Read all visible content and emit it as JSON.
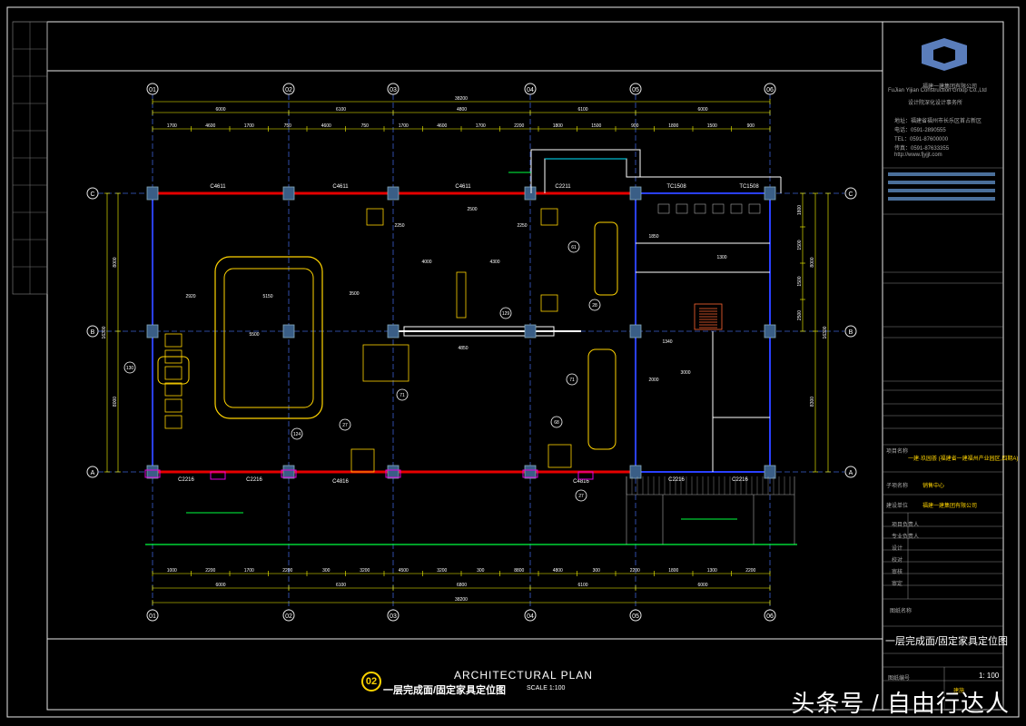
{
  "grid": {
    "columns": [
      "01",
      "02",
      "03",
      "04",
      "05",
      "06"
    ],
    "rows": [
      "C",
      "B",
      "A"
    ]
  },
  "dimensions": {
    "top_total": "38200",
    "top_primary": [
      "6000",
      "6100",
      "4800",
      "6100",
      "6000"
    ],
    "top_secondary": [
      "1700",
      "4600",
      "1700",
      "750",
      "4600",
      "750",
      "1700",
      "4600",
      "1700",
      "2200",
      "1800",
      "1500",
      "900",
      "1800",
      "1500",
      "900"
    ],
    "bottom_secondary": [
      "1000",
      "2200",
      "1700",
      "2200",
      "300",
      "3200",
      "4500",
      "3200",
      "300",
      "8800",
      "4800",
      "300",
      "2200",
      "1800",
      "1300",
      "2200"
    ],
    "bottom_primary": [
      "6000",
      "6100",
      "6800",
      "6100",
      "6000"
    ],
    "bottom_total": "38200",
    "left_total": "16300",
    "left_parts": [
      "8000",
      "8000"
    ],
    "right_total": "16300",
    "right_parts": [
      "8000",
      "8300"
    ],
    "right_small": [
      "1800",
      "1500",
      "1500",
      "2500"
    ]
  },
  "openings": {
    "top": [
      "C4611",
      "C4611",
      "C4611",
      "C2211",
      "TC1508",
      "TC1508"
    ],
    "bottom": [
      "C2216",
      "C2216",
      "C4816",
      "C4816",
      "C2216",
      "C2216"
    ]
  },
  "room_dims": [
    "5150",
    "2920",
    "3500",
    "4000",
    "4300",
    "2250",
    "2250",
    "4850",
    "1850",
    "1300",
    "2000",
    "3000",
    "5500",
    "2500",
    "1340"
  ],
  "tags": [
    "130",
    "124",
    "129",
    "71",
    "71",
    "27",
    "27",
    "28",
    "61",
    "68"
  ],
  "title": {
    "sheet_no": "02",
    "english": "ARCHITECTURAL PLAN",
    "chinese": "一层完成面/固定家具定位图",
    "scale": "SCALE 1:100"
  },
  "title_block": {
    "company_cn": "福建一建集团有限公司",
    "company_en": "FuJian Yijian Construction Group Co.,Ltd",
    "design_dept": "设计院深化设计事务所",
    "contact_lines": [
      "地址：福建省福州市长乐区首占新区",
      "电话：0591-2890555",
      "TEL：0591-87600000",
      "传真：0591-87633355",
      "http://www.fjyjjt.com"
    ],
    "project_label": "项目名称",
    "project_value": "一建·玖园荟 (福建省一建福州产业园区,四期A)",
    "sub_label": "子项名称",
    "sub_value": "销售中心",
    "client_label": "建设单位",
    "client_value": "福建一建集团有限公司",
    "rows": [
      "项目负责人",
      "专业负责人",
      "设计",
      "校对",
      "审核",
      "审定"
    ],
    "drawing_label": "图纸名称",
    "drawing_name": "一层完成面/固定家具定位图",
    "scale_value": "1: 100",
    "sheet_label": "图纸编号",
    "sheet_value": "建施"
  },
  "watermark": "头条号 / 自由行达人",
  "colors": {
    "wall": "#e60000",
    "column": "#3a5e86",
    "dim": "#ffff00",
    "grid_line": "#3c5fd0",
    "frame": "#e8e8e8",
    "furniture": "#ffd400",
    "blue_wall": "#2a40ff",
    "green": "#00ff40",
    "cyan": "#00e6ff"
  }
}
